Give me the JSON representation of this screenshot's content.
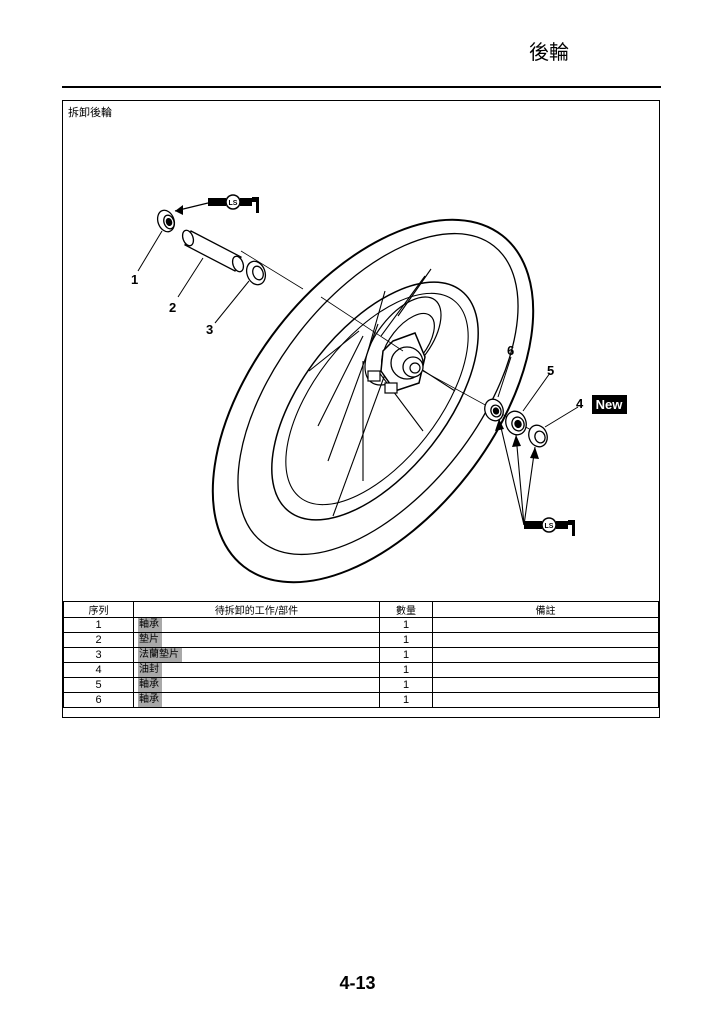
{
  "header": {
    "title": "後輪"
  },
  "section": {
    "title": "拆卸後輪"
  },
  "diagram": {
    "callouts": [
      "1",
      "2",
      "3",
      "4",
      "5",
      "6"
    ],
    "new_badge": "New",
    "lubricant_label": "LS"
  },
  "table": {
    "headers": [
      "序列",
      "待拆卸的工作/部件",
      "數量",
      "備註"
    ],
    "rows": [
      {
        "order": "1",
        "name": "軸承",
        "qty": "1",
        "remarks": ""
      },
      {
        "order": "2",
        "name": "墊片",
        "qty": "1",
        "remarks": ""
      },
      {
        "order": "3",
        "name": "法蘭墊片",
        "qty": "1",
        "remarks": ""
      },
      {
        "order": "4",
        "name": "油封",
        "qty": "1",
        "remarks": ""
      },
      {
        "order": "5",
        "name": "軸承",
        "qty": "1",
        "remarks": ""
      },
      {
        "order": "6",
        "name": "軸承",
        "qty": "1",
        "remarks": ""
      }
    ]
  },
  "footer": {
    "page_number": "4-13"
  }
}
